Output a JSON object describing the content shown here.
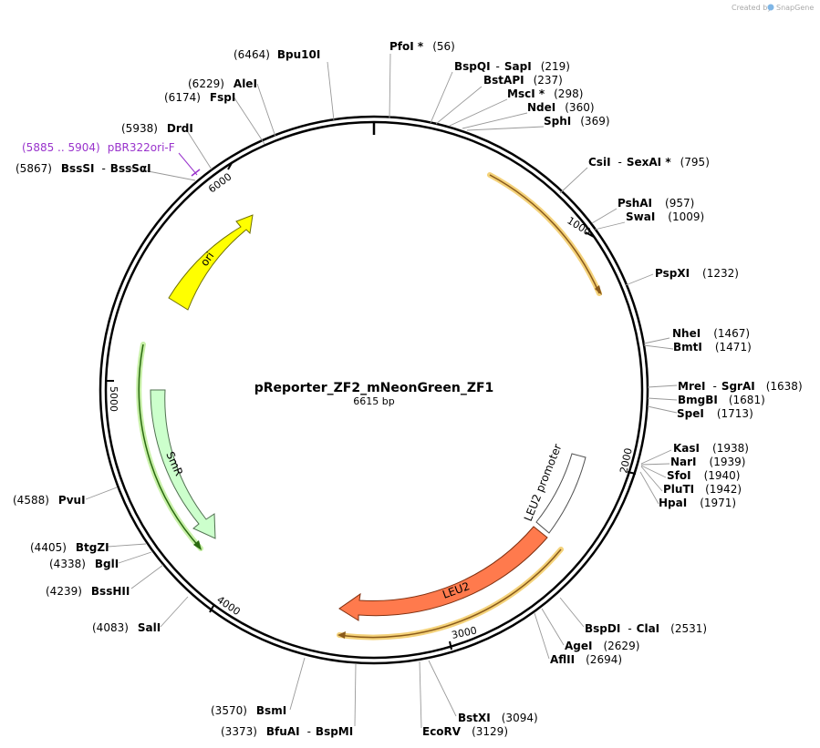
{
  "credit": {
    "created_by": "Created by",
    "app": "SnapGene"
  },
  "plasmid": {
    "name": "pReporter_ZF2_mNeonGreen_ZF1",
    "size_label": "6615 bp"
  },
  "ticks": [
    "1000",
    "2000",
    "3000",
    "4000",
    "5000",
    "6000"
  ],
  "features": [
    {
      "label": "ori",
      "color": "#ffff00"
    },
    {
      "label": "SmR",
      "color": "#ccffcc"
    },
    {
      "label": "LEU2 promoter",
      "color": "#ffffff"
    },
    {
      "label": "LEU2",
      "color": "#ff7a4d"
    }
  ],
  "primer": {
    "pos": "(5885 .. 5904)",
    "name": "pBR322ori-F"
  },
  "sites": [
    {
      "pos": "(6464)",
      "name": "Bpu10I"
    },
    {
      "name": "PfoI *",
      "pos": "(56)"
    },
    {
      "name": "BspQI",
      "name2": "SapI",
      "pos": "(219)"
    },
    {
      "name": "BstAPI",
      "pos": "(237)"
    },
    {
      "name": "MscI *",
      "pos": "(298)"
    },
    {
      "name": "NdeI",
      "pos": "(360)"
    },
    {
      "name": "SphI",
      "pos": "(369)"
    },
    {
      "name": "CsiI",
      "name2": "SexAI *",
      "pos": "(795)"
    },
    {
      "name": "PshAI",
      "pos": "(957)"
    },
    {
      "name": "SwaI",
      "pos": "(1009)"
    },
    {
      "name": "PspXI",
      "pos": "(1232)"
    },
    {
      "name": "NheI",
      "pos": "(1467)"
    },
    {
      "name": "BmtI",
      "pos": "(1471)"
    },
    {
      "name": "MreI",
      "name2": "SgrAI",
      "pos": "(1638)"
    },
    {
      "name": "BmgBI",
      "pos": "(1681)"
    },
    {
      "name": "SpeI",
      "pos": "(1713)"
    },
    {
      "name": "KasI",
      "pos": "(1938)"
    },
    {
      "name": "NarI",
      "pos": "(1939)"
    },
    {
      "name": "SfoI",
      "pos": "(1940)"
    },
    {
      "name": "PluTI",
      "pos": "(1942)"
    },
    {
      "name": "HpaI",
      "pos": "(1971)"
    },
    {
      "name": "BspDI",
      "name2": "ClaI",
      "pos": "(2531)"
    },
    {
      "name": "AgeI",
      "pos": "(2629)"
    },
    {
      "name": "AflII",
      "pos": "(2694)"
    },
    {
      "name": "BstXI",
      "pos": "(3094)"
    },
    {
      "name": "EcoRV",
      "pos": "(3129)"
    },
    {
      "pos": "(3373)",
      "name": "BfuAI",
      "name2": "BspMI"
    },
    {
      "pos": "(3570)",
      "name": "BsmI"
    },
    {
      "pos": "(4083)",
      "name": "SalI"
    },
    {
      "pos": "(4239)",
      "name": "BssHII"
    },
    {
      "pos": "(4338)",
      "name": "BglI"
    },
    {
      "pos": "(4405)",
      "name": "BtgZI"
    },
    {
      "pos": "(4588)",
      "name": "PvuI"
    },
    {
      "pos": "(5867)",
      "name": "BssSI",
      "name2": "BssSαI"
    },
    {
      "pos": "(5938)",
      "name": "DrdI"
    },
    {
      "pos": "(6174)",
      "name": "FspI"
    },
    {
      "pos": "(6229)",
      "name": "AleI"
    }
  ]
}
